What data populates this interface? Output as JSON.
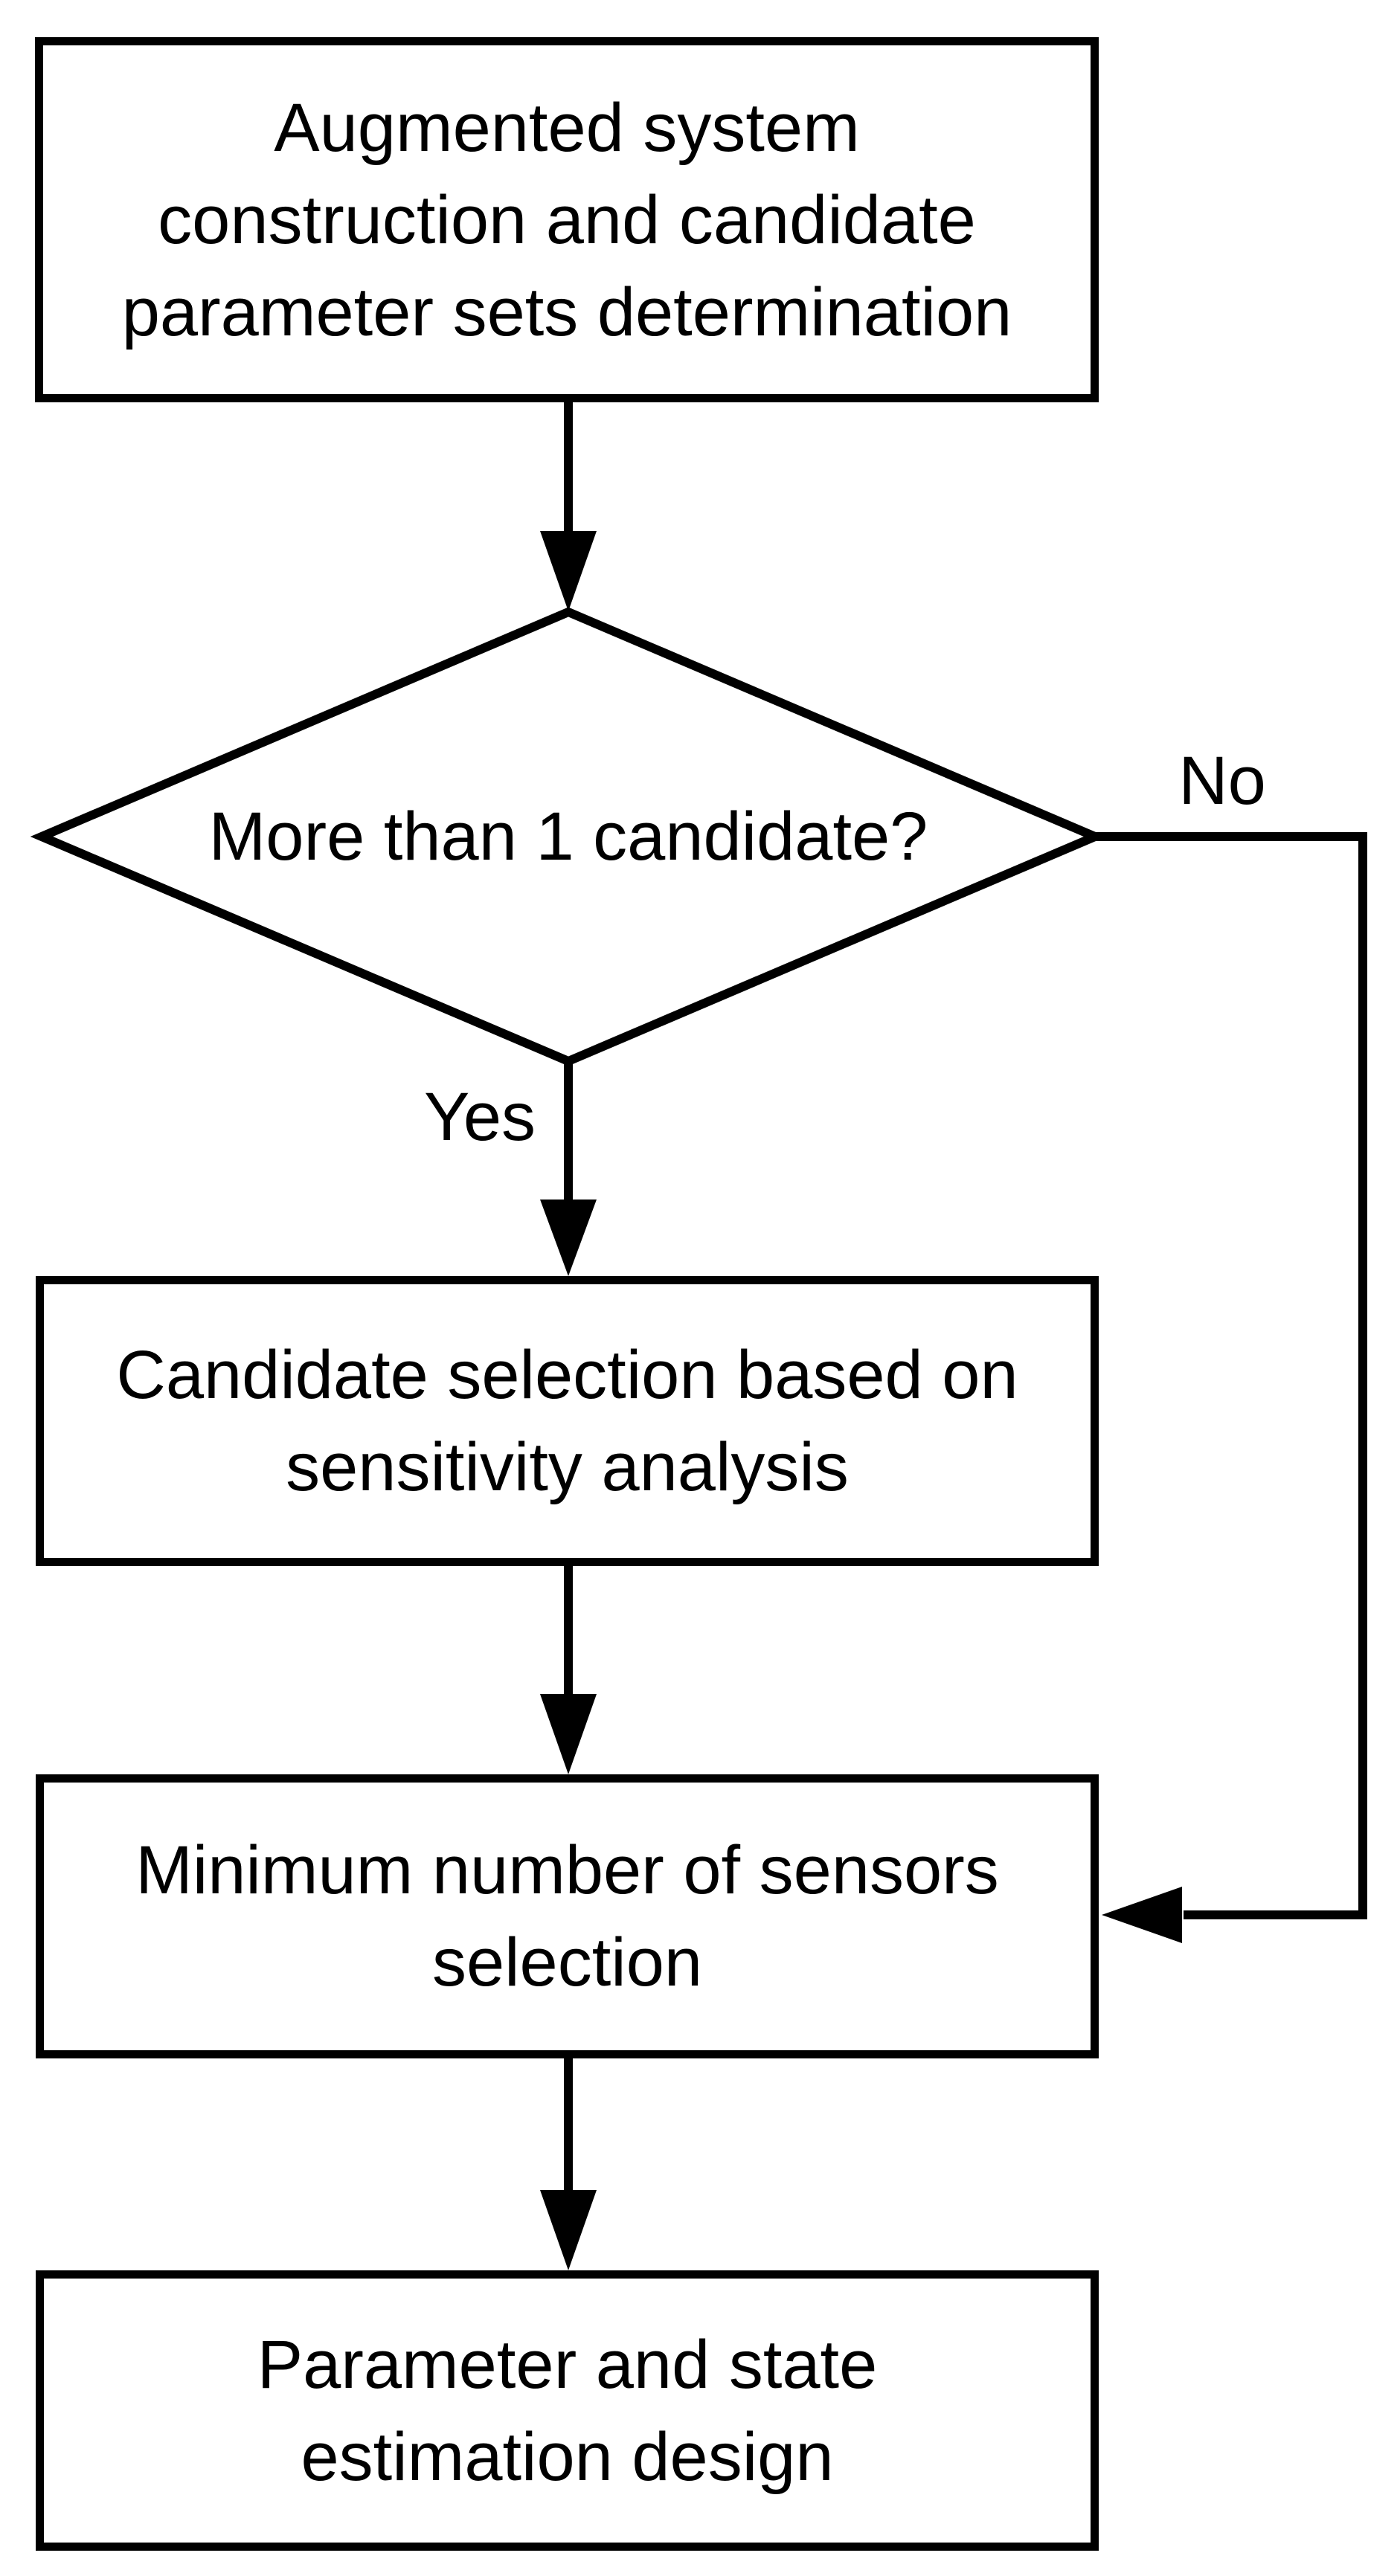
{
  "flowchart": {
    "colors": {
      "stroke": "#000000",
      "background": "#ffffff",
      "text": "#000000"
    },
    "nodes": {
      "augmented": {
        "label": "Augmented system construction and candidate parameter sets determination",
        "lines": [
          "Augmented system",
          "construction and candidate",
          "parameter sets determination"
        ]
      },
      "decision": {
        "label": "More than 1 candidate?"
      },
      "candidate_selection": {
        "label": "Candidate selection based on sensitivity analysis",
        "lines": [
          "Candidate selection based on",
          "sensitivity analysis"
        ]
      },
      "min_sensors": {
        "label": "Minimum number of sensors selection",
        "lines": [
          "Minimum number of sensors",
          "selection"
        ]
      },
      "estimation": {
        "label": "Parameter and state estimation design",
        "lines": [
          "Parameter and state",
          "estimation design"
        ]
      }
    },
    "branch_labels": {
      "yes": "Yes",
      "no": "No"
    }
  }
}
